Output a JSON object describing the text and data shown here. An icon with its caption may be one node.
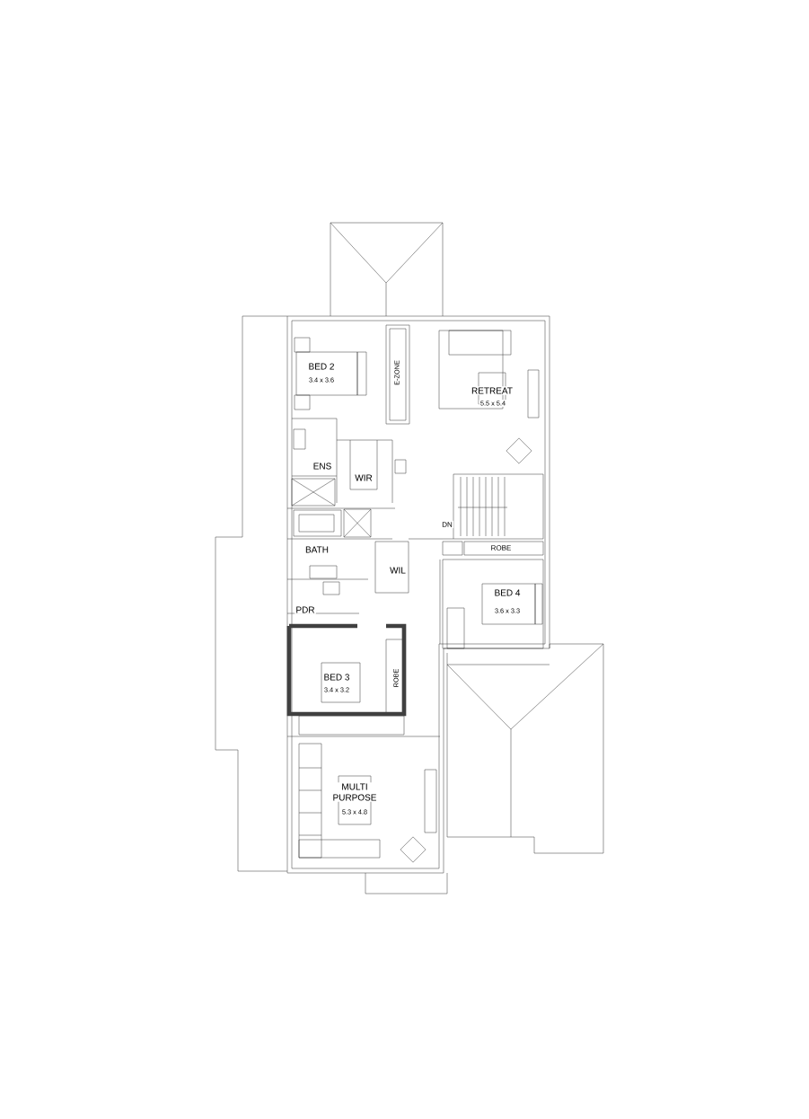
{
  "diagram": {
    "labels": [
      "BED 2",
      "3.4 x 3.6",
      "E-ZONE",
      "RETREAT",
      "5.5 x 5.4",
      "ENS",
      "WIR",
      "DN",
      "ROBE",
      "BATH",
      "WIL",
      "BED 4",
      "3.6 x 3.3",
      "PDR",
      "BED 3",
      "3.4 x 3.2",
      "ROBE",
      "MULTI PURPOSE",
      "5.3 x 4.8"
    ]
  }
}
